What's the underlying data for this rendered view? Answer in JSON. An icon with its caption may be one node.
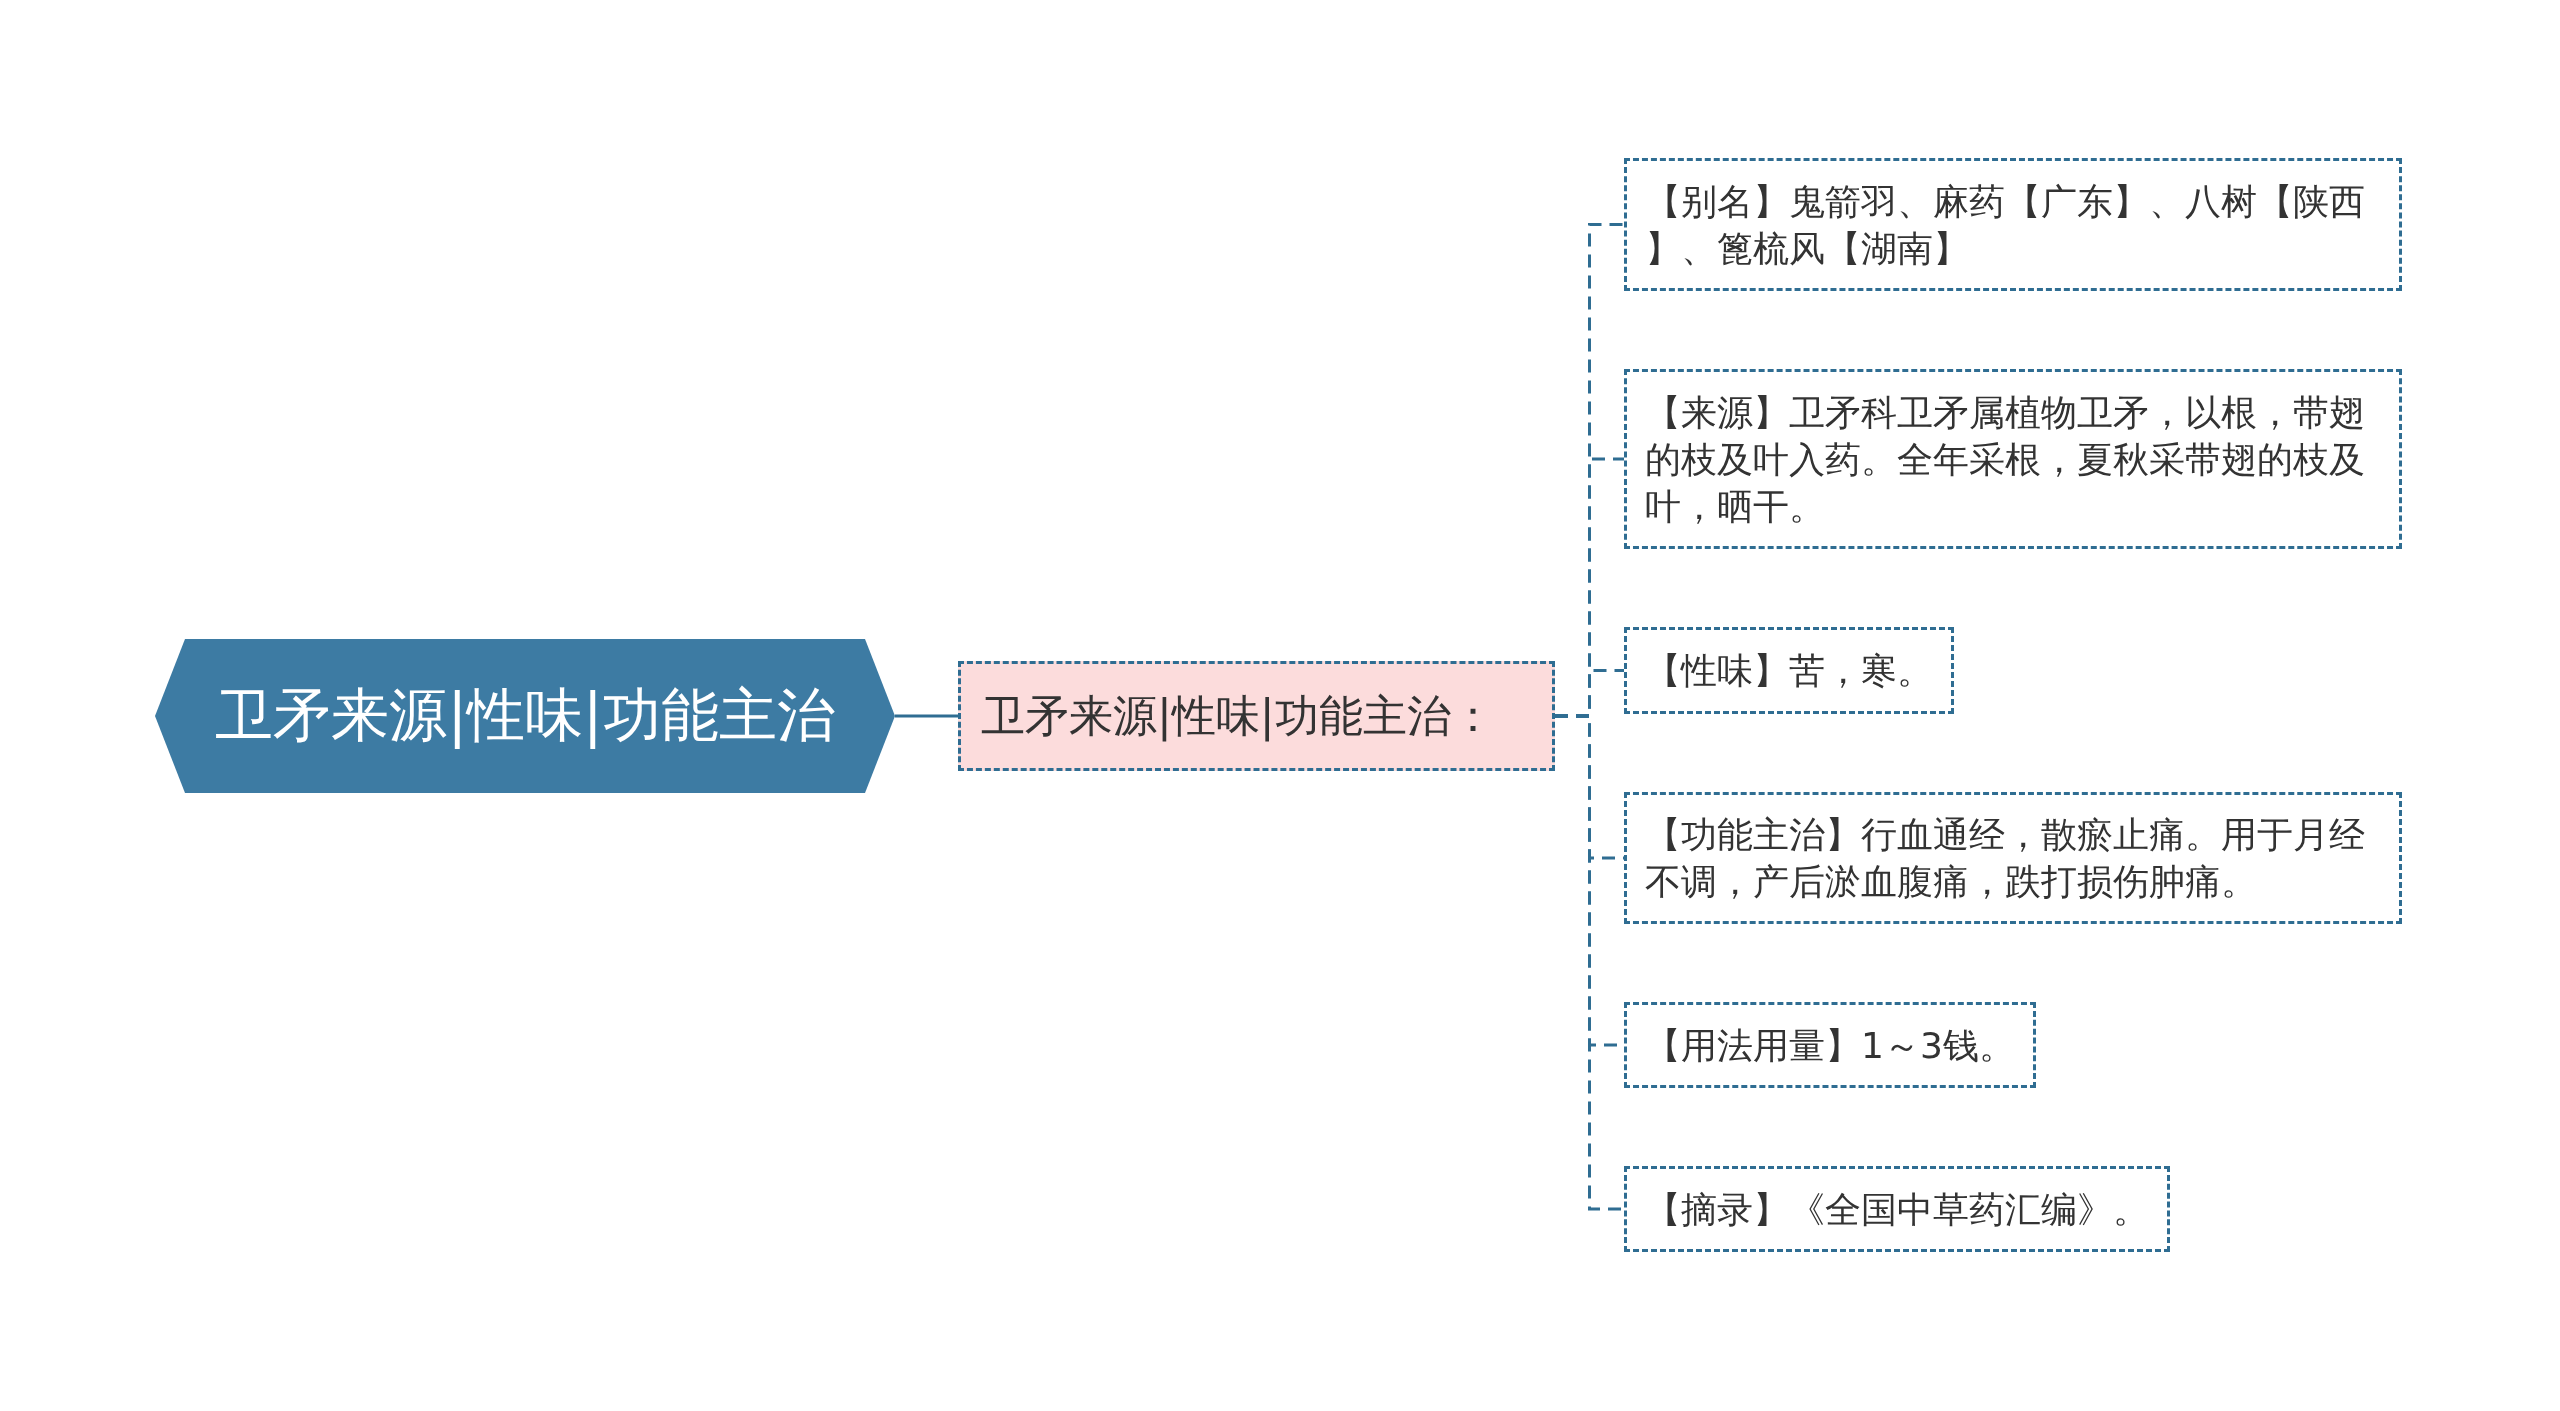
{
  "diagram": {
    "nodes": [
      {
        "text": [
          "卫矛来源|性味|功能主治"
        ]
      },
      {
        "text": [
          "卫矛来源|性味|功能主治："
        ]
      },
      {
        "text": [
          "【别名】鬼箭羽、麻药【广东】、八树【陕西】、篦梳风【湖南】"
        ]
      },
      {
        "text": [
          "【来源】卫矛科卫矛属植物卫矛，以根，带翅的枝及叶入药。全年采根，夏秋采带翅的枝及叶，晒干。"
        ]
      },
      {
        "text": [
          "【性味】苦，寒。"
        ]
      },
      {
        "text": [
          "【功能主治】行血通经，散瘀止痛。用于月经不调，产后淤血腹痛，跌打损伤肿痛。"
        ]
      },
      {
        "text": [
          "【用法用量】1～3钱。"
        ]
      },
      {
        "text": [
          "【摘录】《全国中草药汇编》。"
        ]
      }
    ],
    "edges": [
      {
        "from": 0,
        "to": 1,
        "arrow": "none"
      },
      {
        "from": 1,
        "to": 2,
        "arrow": "none",
        "style": "dashed"
      },
      {
        "from": 1,
        "to": 3,
        "arrow": "none",
        "style": "dashed"
      },
      {
        "from": 1,
        "to": 4,
        "arrow": "none",
        "style": "dashed"
      },
      {
        "from": 1,
        "to": 5,
        "arrow": "none",
        "style": "dashed"
      },
      {
        "from": 1,
        "to": 6,
        "arrow": "none",
        "style": "dashed"
      },
      {
        "from": 1,
        "to": 7,
        "arrow": "none",
        "style": "dashed"
      }
    ]
  }
}
